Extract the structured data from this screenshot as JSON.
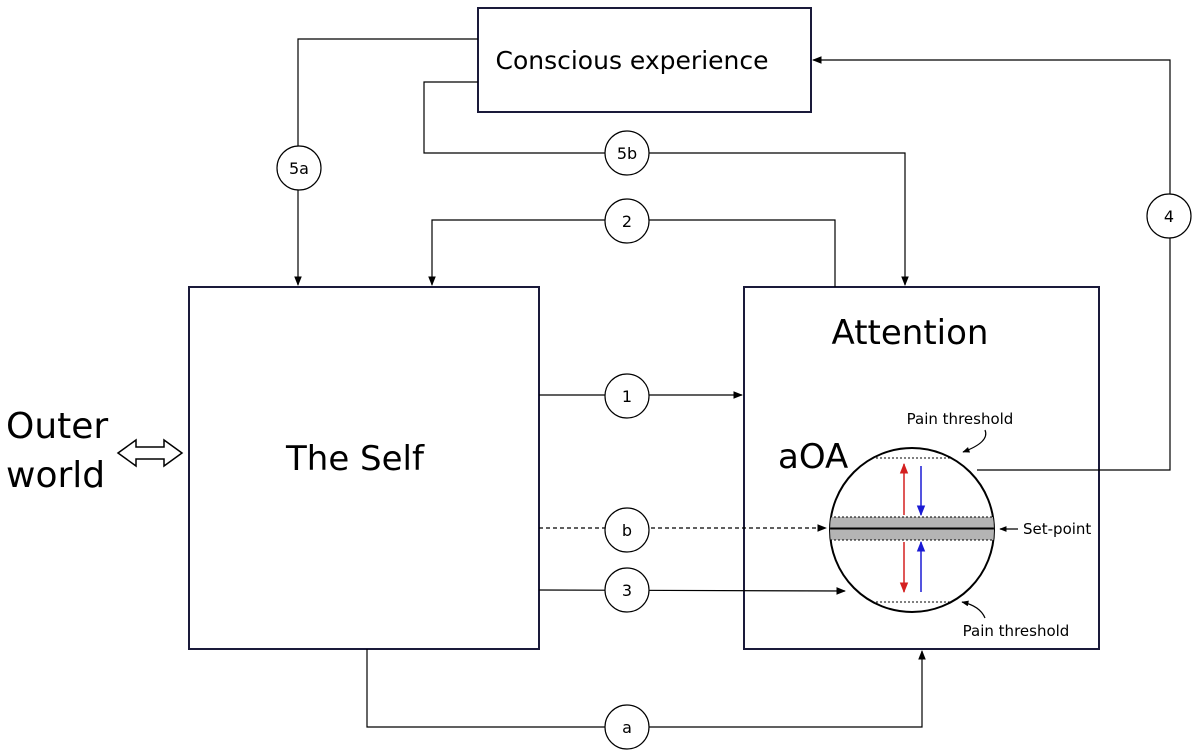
{
  "boxes": {
    "conscious": "Conscious experience",
    "self": "The Self",
    "attention": "Attention"
  },
  "outer_world": {
    "line1": "Outer",
    "line2": "world"
  },
  "aoa": {
    "label": "aOA",
    "pain_threshold_top": "Pain threshold",
    "pain_threshold_bottom": "Pain threshold",
    "set_point": "Set-point"
  },
  "connectors": {
    "c1": "1",
    "c2": "2",
    "c3": "3",
    "c4": "4",
    "c5a": "5a",
    "c5b": "5b",
    "ca": "a",
    "cb": "b"
  },
  "colors": {
    "up_arrow": "#d42020",
    "down_arrow": "#1a1ad4",
    "set_point_band": "#b4b4b4"
  }
}
